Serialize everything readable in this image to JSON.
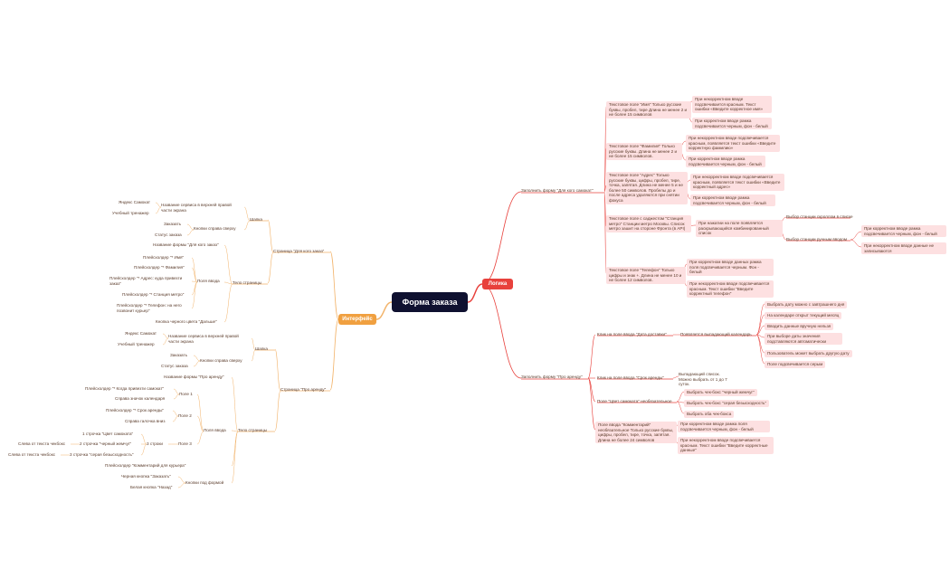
{
  "root": "Форма заказа",
  "colors": {
    "root": "#0f1130",
    "logic": "#e8413c",
    "iface": "#f0a040",
    "pink": "#fde0e1",
    "line_red": "#e8413c",
    "line_orange": "#f2b36a"
  },
  "logic": {
    "label": "Логика",
    "b1": {
      "label": "Заполнить форму \"Для кого самокат\"",
      "name": {
        "text": "Текстовое поле \"Имя\"\nТолько русские буквы, пробел, тире\nДлина не менее 2 и не более 15 символов",
        "c1": "При некорректном вводе подсвечивается красным. Текст ошибки «Введите корректное имя»",
        "c2": "При корректном вводе рамка подсвечивается черным, фон - белый"
      },
      "surname": {
        "text": "Текстовое поле \"Фамилия\"\nТолько русские буквы. Длина не менее 2 и не более 15 символов.",
        "c1": "При некорректном вводе подсвечивается красным, появляется текст ошибки «Введите корректную фамилию»",
        "c2": "При корректном вводе рамка подсвечивается черным, фон - белый"
      },
      "address": {
        "text": "Текстовое поле \"Адрес\"\nТолько русские буквы, цифры, пробел, тире, точка, запятая. Длина не менее 5 и не более 50 символов. Пробелы до и после адреса удаляются при снятии фокуса",
        "c1": "При некорректном вводе подсвечивается красным, появляется текст ошибки «Введите корректный адрес»",
        "c2": "При корректном вводе рамка подсвечивается черным, фон - белый"
      },
      "metro": {
        "text": "Текстовое поле с саджестом \"Станция метро\"\nСтанции метро Москвы. Список метро зашит на стороне Фронта (в API)",
        "c1": "При нажатии на поле появляется раскрывающийся комбинированный список",
        "g1": "Выбор станции скроллом в списке",
        "g2": "Выбор станции ручным вводом",
        "h1": "При корректном вводе рамка подсвечивается черным, фон - белый",
        "h2": "При некорректном вводе данные не записываются"
      },
      "phone": {
        "text": "Текстовое поле \"Телефон\"\nТолько цифры и знак +. Длина не менее 10 и не более 12 символов.",
        "c1": "При корректном вводе данных рамка поля подсвечивается черным. Фон - белый",
        "c2": "При некорректном вводе подсвечивается красным. Текст ошибки \"Введите корректный телефон\""
      }
    },
    "b2": {
      "label": "Заполнить форму \"Про аренду\"",
      "date": {
        "text": "Клик на поле ввода \"Дата доставки\"",
        "c1": "Появляется выпадающий календарь",
        "items": [
          "Выбрать дату можно с завтрашнего дня",
          "На календаре открыт текущий месяц",
          "Вводить данные вручную нельзя",
          "При выборе даты значения подставляются автоматически",
          "Пользователь может выбрать другую дату",
          "Поле подсвечивается серым"
        ]
      },
      "term": {
        "text": "Клик на поле ввода \"Срок аренды\"",
        "c1": "Выпадающий список.\nМожно выбрать от 1 до 7 суток."
      },
      "color": {
        "text": "Поле \"Цвет самоката\" необязательное",
        "items": [
          "Выбрать чек-бокс \"черный жемчуг\"",
          "Выбрать чек-бокс \"серая безысходность\"",
          "Выбрать оба чек-бокса"
        ]
      },
      "comment": {
        "text": "Поле ввода \"Комментарий\" необязательное\nТолько русские буквы, цифры, пробел, тире, точка, запятая. Длина не более 24 символов",
        "c1": "При корректном вводе рамка поля подсвечивается черным, фон - белый",
        "c2": "При некорректном вводе подсвечивается красным. Текст ошибки \"Введите корректные данные\""
      }
    }
  },
  "iface": {
    "label": "Интерфейс",
    "p1": {
      "label": "Страница \"Для кого заказ\"",
      "header": "Шапка",
      "h_service": "Название сервиса в верхней правой части экрана",
      "h_sam": "Яндекс Самокат",
      "h_ut": "Учебный тренажер",
      "h_buttons": "Кнопки справа сверху",
      "h_order": "Заказать",
      "h_status": "Статус заказа",
      "body": "Тело страницы",
      "form_name": "Название формы \"Для кого заказ\"",
      "fields": "Поля ввода",
      "f1": "Плейсхолдер \"* Имя\"",
      "f2": "Плейсхолдер \"* Фамилия\"",
      "f3": "Плейсхолдер \"* Адрес: куда привезти заказ\"",
      "f4": "Плейсхолдер \"* Станция метро\"",
      "f5": "Плейсхолдер \"* Телефон: на него позвонит курьер\"",
      "next": "Кнопка черного цвета \"Дальше\""
    },
    "p2": {
      "label": "Страница \"Про аренду\"",
      "header": "Шапка",
      "h_service": "Название сервиса в верхней правой части экрана",
      "h_sam": "Яндекс Самокат",
      "h_ut": "Учебный тренажер",
      "h_buttons": "Кнопки справа сверху",
      "h_order": "Заказать",
      "h_status": "Статус заказа",
      "body": "Тело страницы",
      "form_name": "Название формы \"Про аренду\"",
      "fields": "Поля ввода",
      "row1": "Поле 1",
      "r1a": "Плейсхолдер \"* Когда привезти самокат\"",
      "r1b": "Справа значок календаря",
      "row2": "Поле 2",
      "r2a": "Плейсхолдер \"* Срок аренды\"",
      "r2b": "Справа галочка вниз",
      "row3": "Поле 3",
      "lines3": "3 строки",
      "l1": "1 строчка \"Цвет самоката\"",
      "l2": "2 строчка \"черный жемчуг\"",
      "l3": "3 строчка \"серая безысходность\"",
      "cb1": "Слева от текста чекбокс",
      "cb2": "Слева от текста чекбокс",
      "comment": "Плейсхолдер \"Комментарий для курьера\"",
      "bottom": "Кнопки под формой",
      "btn1": "Черная кнопка \"Заказать\"",
      "btn2": "Белая кнопка \"Назад\""
    }
  }
}
